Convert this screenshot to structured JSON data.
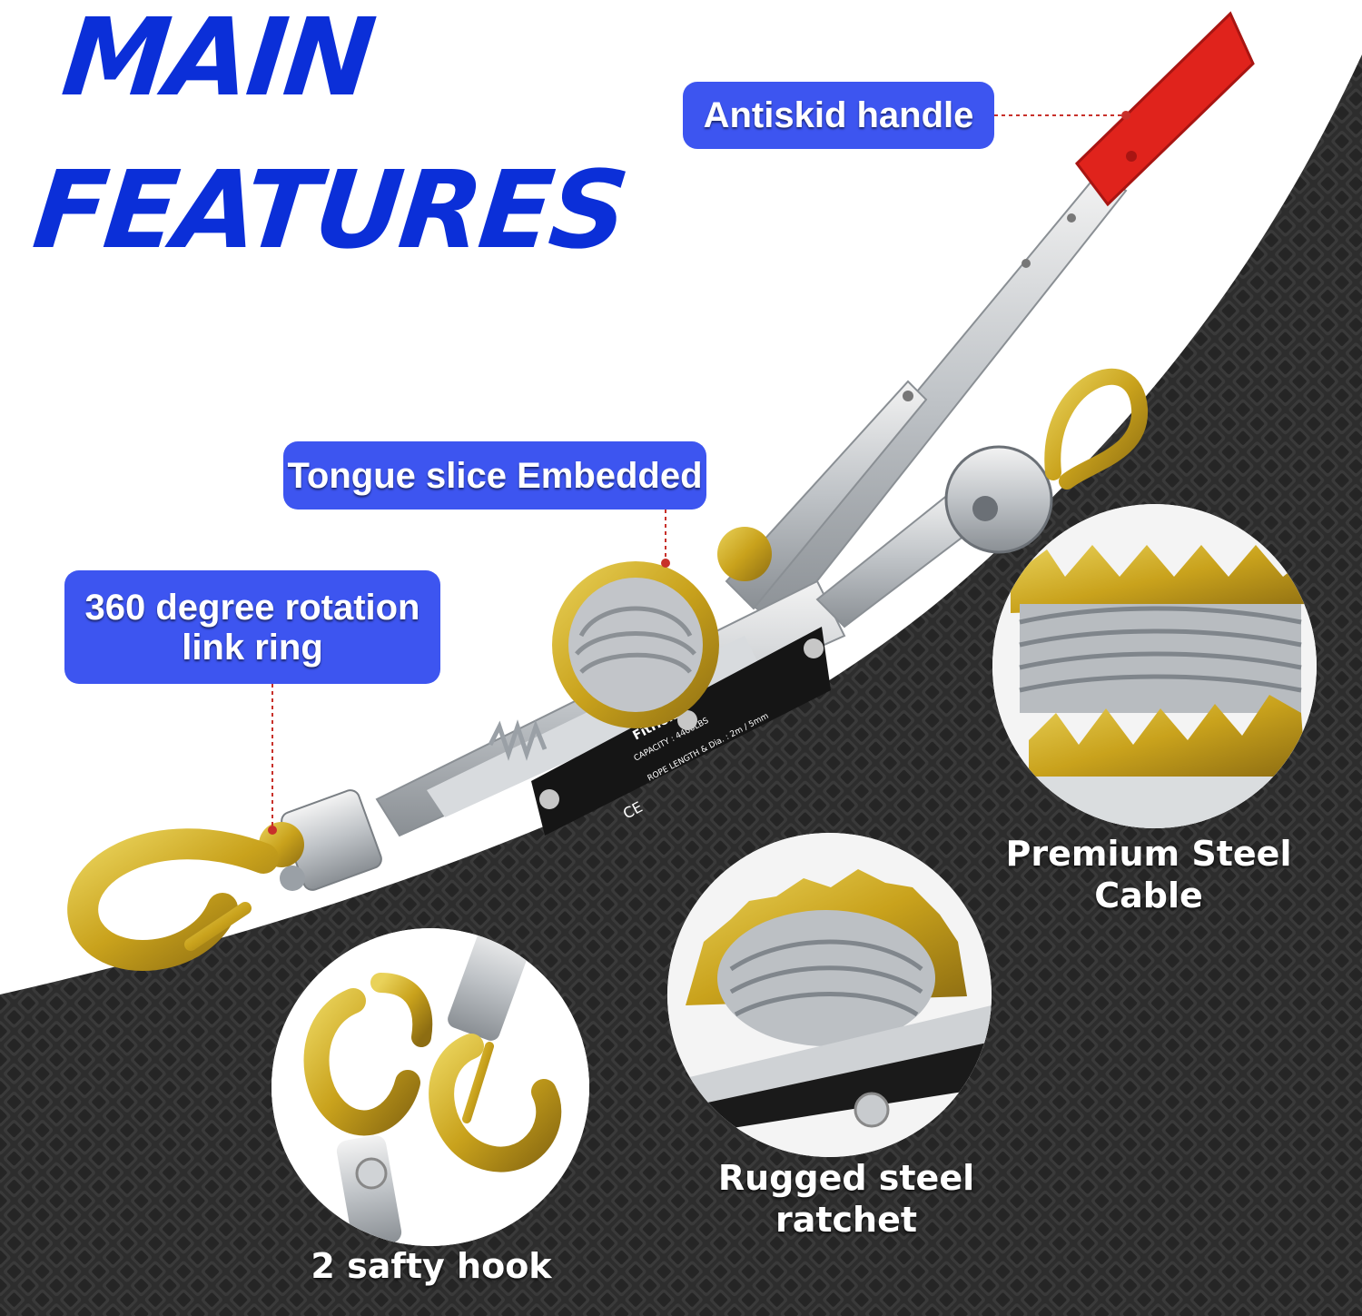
{
  "headline": {
    "line1": "MAIN",
    "line2": "FEATURES"
  },
  "callouts": {
    "antiskid": "Antiskid handle",
    "tongue": "Tongue slice Embedded",
    "rotation_line1": "360 degree rotation",
    "rotation_line2": "link ring"
  },
  "features": {
    "cable_line1": "Premium Steel",
    "cable_line2": "Cable",
    "ratchet_line1": "Rugged steel",
    "ratchet_line2": "ratchet",
    "hooks": "2 safty hook"
  },
  "product_plate": {
    "brand": "FitHoist",
    "capacity": "CAPACITY : 4400LBS",
    "rope": "ROPE LENGTH & Dia. : 2m / 5mm",
    "mark": "CE"
  },
  "colors": {
    "headline": "#0b2fd8",
    "callout_bg": "#3d55f0",
    "handle_red": "#e0231c",
    "hook_gold": "#c9a21c",
    "background_dark": "#2b2b2b"
  }
}
